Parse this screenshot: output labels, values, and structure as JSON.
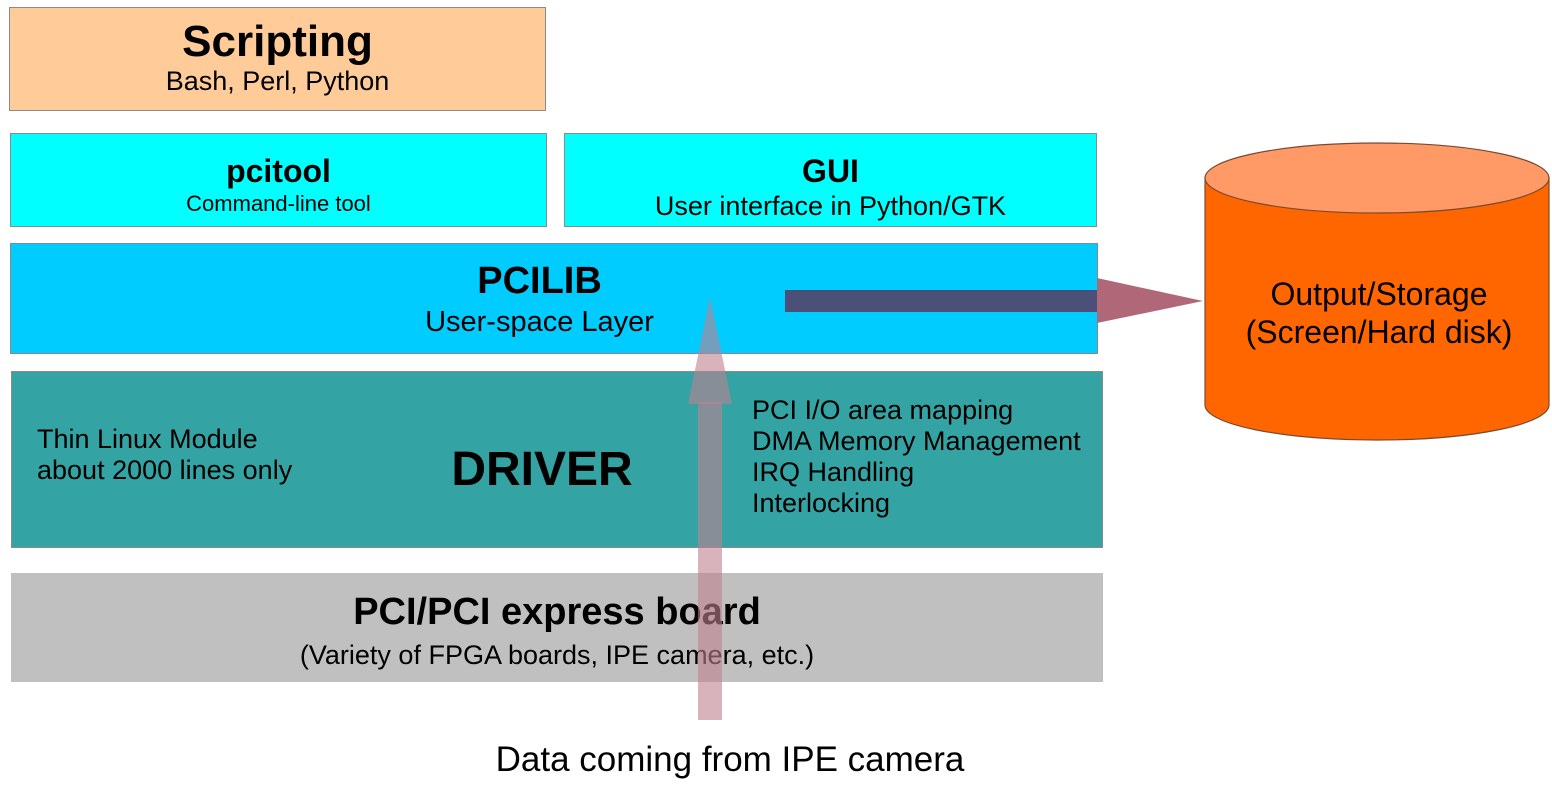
{
  "scripting": {
    "title": "Scripting",
    "subtitle": "Bash, Perl, Python"
  },
  "pcitool": {
    "title": "pcitool",
    "subtitle": "Command-line tool"
  },
  "gui": {
    "title": "GUI",
    "subtitle": "User interface in Python/GTK"
  },
  "pcilib": {
    "title": "PCILIB",
    "subtitle": "User-space Layer"
  },
  "driver": {
    "title": "DRIVER",
    "left_notes": [
      "Thin Linux Module",
      "about 2000 lines only"
    ],
    "right_notes": [
      "PCI I/O area mapping",
      "DMA Memory Management",
      "IRQ Handling",
      "Interlocking"
    ]
  },
  "board": {
    "title": "PCI/PCI express board",
    "subtitle": "(Variety of FPGA boards, IPE camera, etc.)"
  },
  "storage": {
    "title": "Output/Storage",
    "subtitle": "(Screen/Hard disk)"
  },
  "caption": "Data coming from IPE camera",
  "colors": {
    "scripting": "#ffcc99",
    "tools": "#00ffff",
    "pcilib": "#00ccff",
    "driver": "#33a3a3",
    "board": "#c0c0c0",
    "storage_side": "#ff6600",
    "storage_top": "#ff9966",
    "arrow_up": "#c08090",
    "arrow_right_shaft": "#4a5078",
    "arrow_right_head": "#b06878"
  }
}
